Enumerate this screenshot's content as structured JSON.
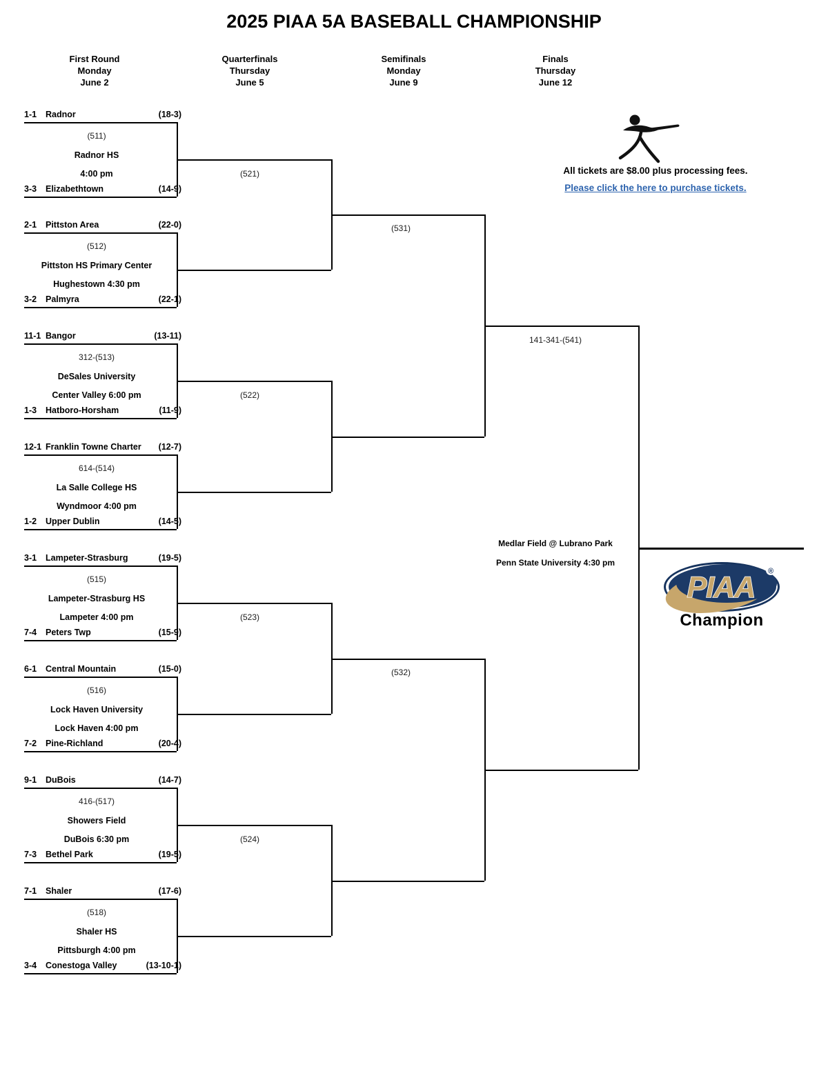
{
  "title": "2025 PIAA 5A BASEBALL CHAMPIONSHIP",
  "rounds": [
    {
      "label": "First Round",
      "day": "Monday",
      "date": "June 2"
    },
    {
      "label": "Quarterfinals",
      "day": "Thursday",
      "date": "June 5"
    },
    {
      "label": "Semifinals",
      "day": "Monday",
      "date": "June 9"
    },
    {
      "label": "Finals",
      "day": "Thursday",
      "date": "June 12"
    }
  ],
  "tickets": {
    "info": "All tickets are $8.00 plus processing fees.",
    "link": "Please click the here to purchase tickets."
  },
  "first_round": [
    {
      "game_label": "(511)",
      "venue": "Radnor HS",
      "time": "4:00 pm",
      "top": {
        "seed": "1-1",
        "name": "Radnor",
        "record": "(18-3)"
      },
      "bottom": {
        "seed": "3-3",
        "name": "Elizabethtown",
        "record": "(14-9)"
      }
    },
    {
      "game_label": "(512)",
      "venue": "Pittston HS Primary Center",
      "time": "Hughestown 4:30 pm",
      "top": {
        "seed": "2-1",
        "name": "Pittston Area",
        "record": "(22-0)"
      },
      "bottom": {
        "seed": "3-2",
        "name": "Palmyra",
        "record": "(22-1)"
      }
    },
    {
      "game_label": "312-(513)",
      "venue": "DeSales University",
      "time": "Center Valley 6:00 pm",
      "top": {
        "seed": "11-1",
        "name": "Bangor",
        "record": "(13-11)"
      },
      "bottom": {
        "seed": "1-3",
        "name": "Hatboro-Horsham",
        "record": "(11-9)"
      }
    },
    {
      "game_label": "614-(514)",
      "venue": "La Salle College HS",
      "time": "Wyndmoor 4:00 pm",
      "top": {
        "seed": "12-1",
        "name": "Franklin Towne Charter",
        "record": "(12-7)"
      },
      "bottom": {
        "seed": "1-2",
        "name": "Upper Dublin",
        "record": "(14-5)"
      }
    },
    {
      "game_label": "(515)",
      "venue": "Lampeter-Strasburg HS",
      "time": "Lampeter 4:00 pm",
      "top": {
        "seed": "3-1",
        "name": "Lampeter-Strasburg",
        "record": "(19-5)"
      },
      "bottom": {
        "seed": "7-4",
        "name": "Peters Twp",
        "record": "(15-9)"
      }
    },
    {
      "game_label": "(516)",
      "venue": "Lock Haven University",
      "time": "Lock Haven 4:00 pm",
      "top": {
        "seed": "6-1",
        "name": "Central Mountain",
        "record": "(15-0)"
      },
      "bottom": {
        "seed": "7-2",
        "name": "Pine-Richland",
        "record": "(20-4)"
      }
    },
    {
      "game_label": "416-(517)",
      "venue": "Showers Field",
      "time": "DuBois 6:30 pm",
      "top": {
        "seed": "9-1",
        "name": "DuBois",
        "record": "(14-7)"
      },
      "bottom": {
        "seed": "7-3",
        "name": "Bethel Park",
        "record": "(19-5)"
      }
    },
    {
      "game_label": "(518)",
      "venue": "Shaler HS",
      "time": "Pittsburgh 4:00 pm",
      "top": {
        "seed": "7-1",
        "name": "Shaler",
        "record": "(17-6)"
      },
      "bottom": {
        "seed": "3-4",
        "name": "Conestoga Valley",
        "record": "(13-10-1)"
      }
    }
  ],
  "quarterfinal_labels": [
    "(521)",
    "(522)",
    "(523)",
    "(524)"
  ],
  "semifinal_labels": [
    "(531)",
    "(532)"
  ],
  "final": {
    "game_label": "141-341-(541)",
    "venue": "Medlar Field @ Lubrano Park",
    "time": "Penn State University 4:30 pm"
  },
  "champion": {
    "logo_text": "PIAA",
    "registered_mark": "®",
    "label": "Champion"
  },
  "colors": {
    "link_blue": "#2E64AE",
    "logo_navy": "#1C3A67",
    "logo_navy_dark": "#16335E",
    "logo_gold": "#C7A66B",
    "line_black": "#000000"
  }
}
